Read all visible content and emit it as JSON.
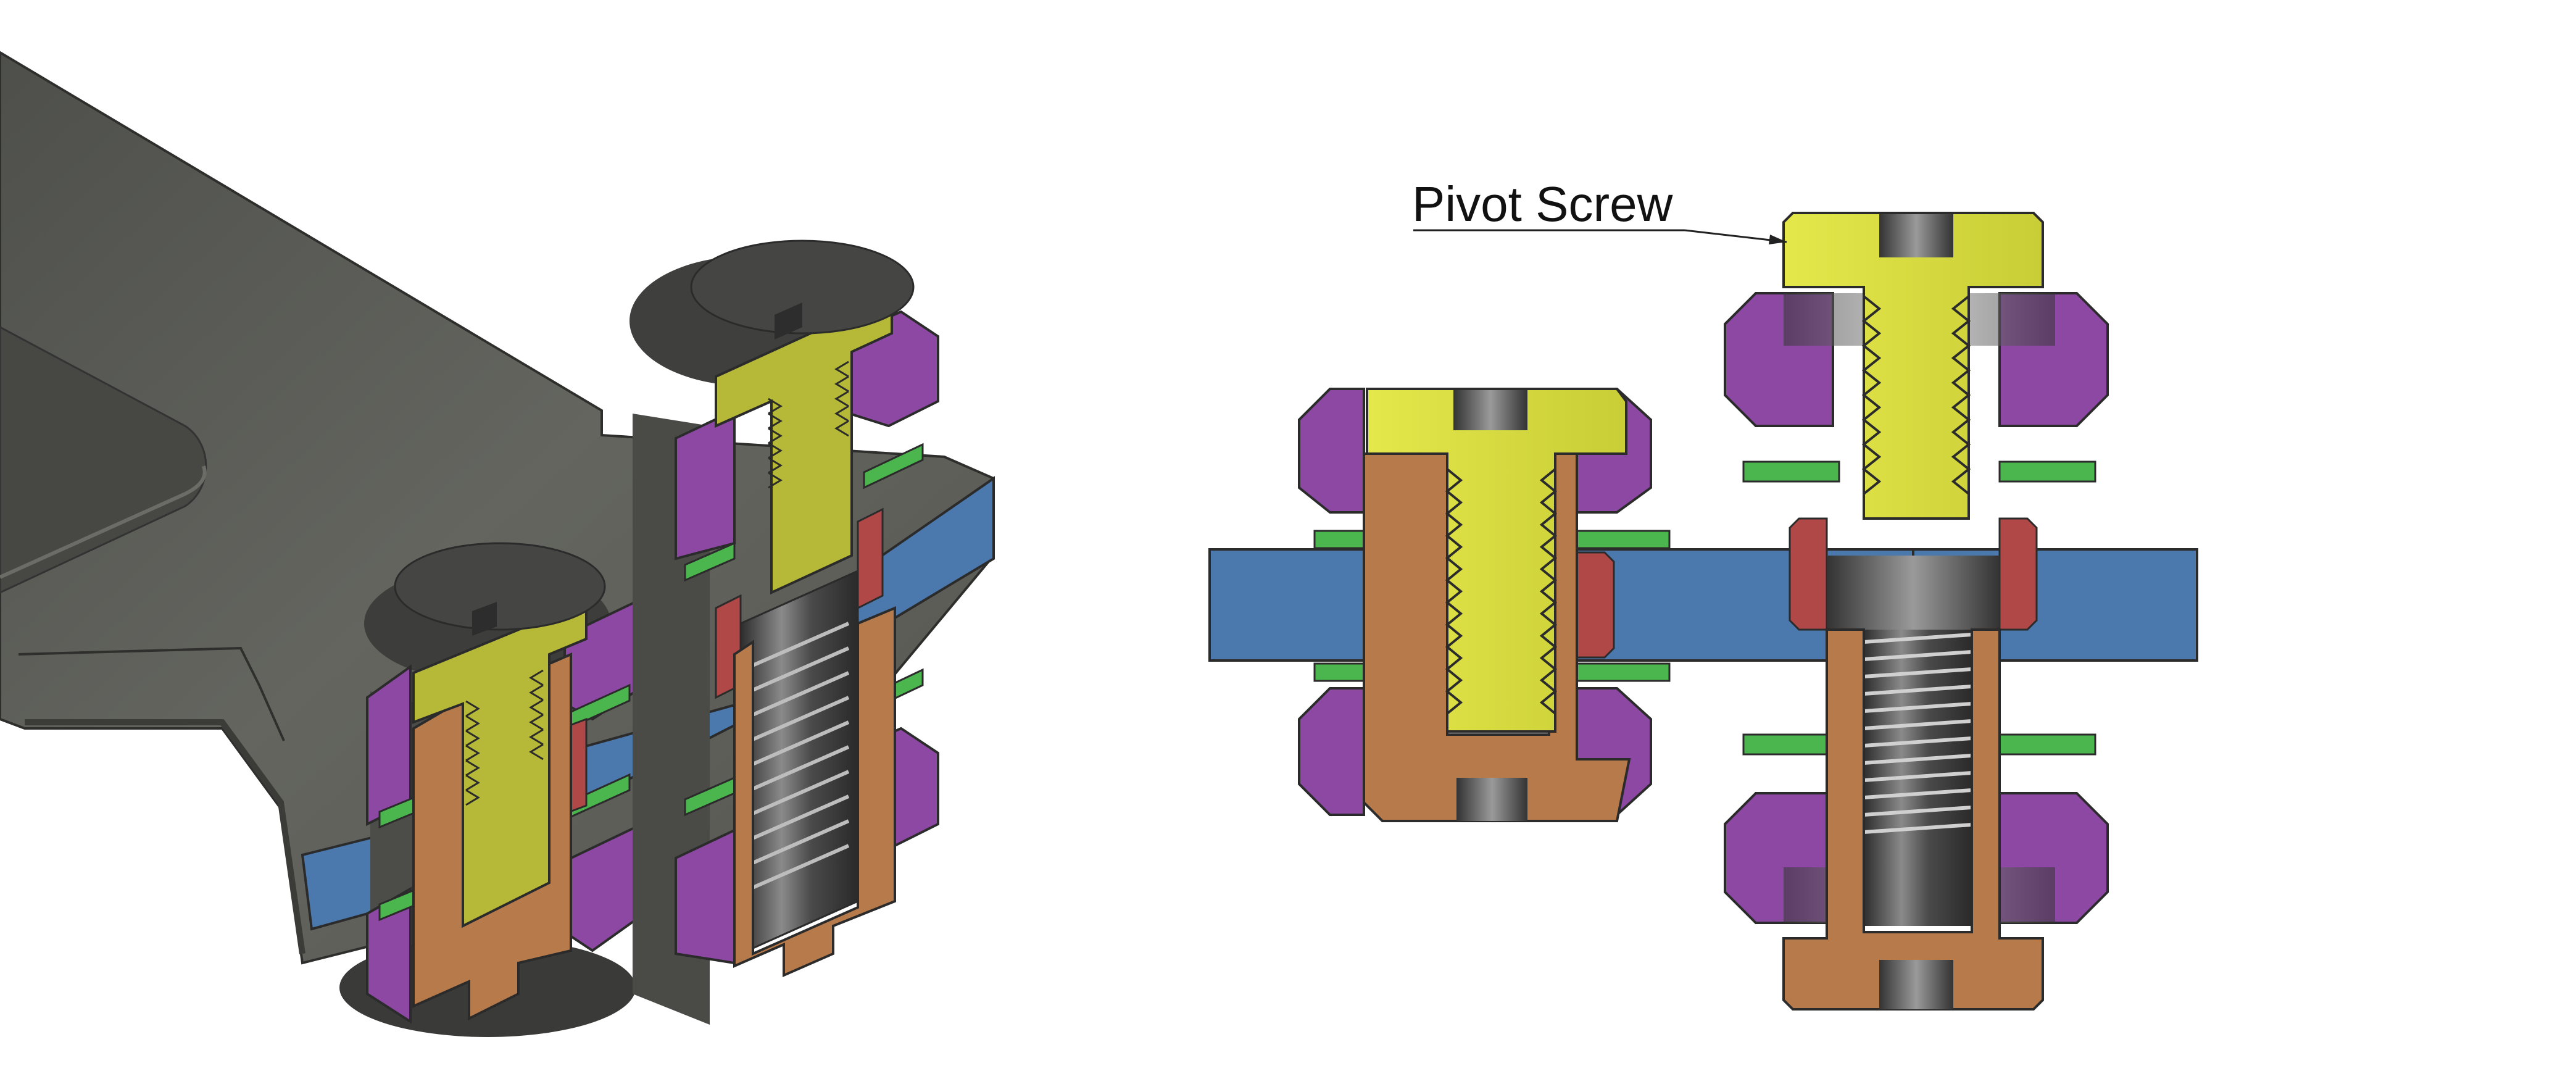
{
  "callout": {
    "label": "Pivot Screw"
  },
  "colors": {
    "background": "#ffffff",
    "arm_gray": "#5e5f5b",
    "pivot_screw_yellow": "#d7dc3c",
    "pivot_nut_copper": "#b77a4b",
    "bushing_purple": "#8c48a3",
    "washer_green": "#4bb64e",
    "plate_blue": "#4b79ad",
    "sleeve_red": "#b14848",
    "screw_steel": "#5a5a5a"
  },
  "views": {
    "isometric": {
      "name": "isometric-section-view"
    },
    "assembled": {
      "name": "assembled-section"
    },
    "exploded": {
      "name": "exploded-section"
    }
  }
}
